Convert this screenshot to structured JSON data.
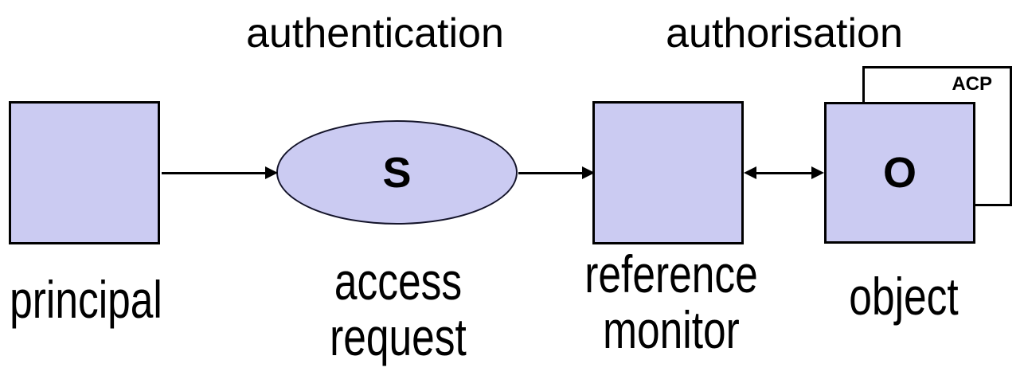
{
  "diagram": {
    "top_labels": {
      "authentication": "authentication",
      "authorisation": "authorisation"
    },
    "nodes": {
      "principal": {
        "label": "principal"
      },
      "access_request": {
        "symbol": "S",
        "label_line1": "access",
        "label_line2": "request"
      },
      "reference_monitor": {
        "label_line1": "reference",
        "label_line2": "monitor"
      },
      "object": {
        "symbol": "O",
        "label": "object"
      },
      "acp": {
        "label": "ACP"
      }
    },
    "colors": {
      "node_fill": "#cbcbf2",
      "node_border": "#000000",
      "acp_fill": "#ffffff",
      "background": "#ffffff",
      "arrow": "#000000",
      "text": "#000000"
    }
  }
}
